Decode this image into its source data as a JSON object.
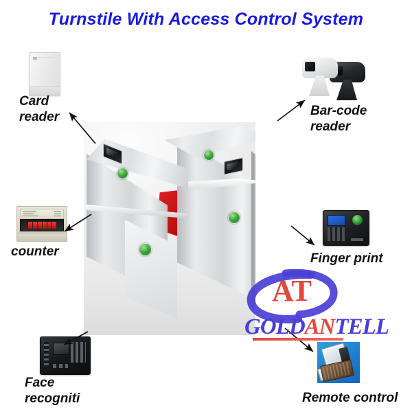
{
  "title": "Turnstile With Access Control System",
  "colors": {
    "title_blue": "#1a1ae0",
    "label_black": "#111111",
    "flap_red": "#d31d1d",
    "indicator_green": "#2e9b35",
    "watermark_blue": "#4a3fd6",
    "watermark_red": "#e0483c",
    "photo_background": "#eeeeee"
  },
  "labels": {
    "card_reader": "Card\nreader",
    "bar_code_reader": "Bar-code\nreader",
    "counter": "counter",
    "finger_print": "Finger print",
    "face_recognition": "Face\nrecogniti",
    "remote_control": "Remote control"
  },
  "devices": [
    {
      "name": "card-reader",
      "label": "Card reader"
    },
    {
      "name": "bar-code-reader",
      "label": "Bar-code reader"
    },
    {
      "name": "counter",
      "label": "counter"
    },
    {
      "name": "finger-print",
      "label": "Finger print"
    },
    {
      "name": "face-recognition",
      "label": "Face recogniti"
    },
    {
      "name": "remote-control",
      "label": "Remote control"
    }
  ],
  "product": {
    "name": "flap-barrier-turnstile",
    "cabinets": 2,
    "barrier_color": "red",
    "indicator_color": "green"
  },
  "watermark": {
    "part1": "GOLD",
    "part2": "AN",
    "part3": "TELL",
    "logo_text": "AT"
  }
}
